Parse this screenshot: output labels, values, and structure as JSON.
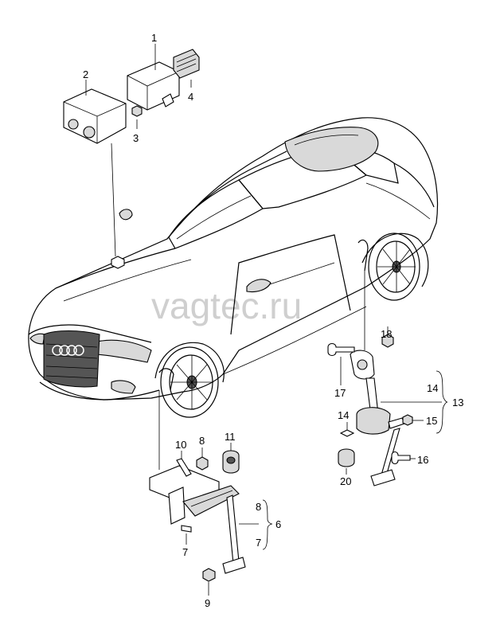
{
  "watermark": "vagtec.ru",
  "callouts": {
    "c1": "1",
    "c2": "2",
    "c3": "3",
    "c4": "4",
    "c6": "6",
    "c7": "7",
    "c8a": "8",
    "c8b": "8",
    "c7b": "7",
    "c9": "9",
    "c10": "10",
    "c11": "11",
    "c13": "13",
    "c14a": "14",
    "c14b": "14",
    "c15": "15",
    "c16": "16",
    "c17": "17",
    "c18": "18",
    "c20": "20"
  }
}
